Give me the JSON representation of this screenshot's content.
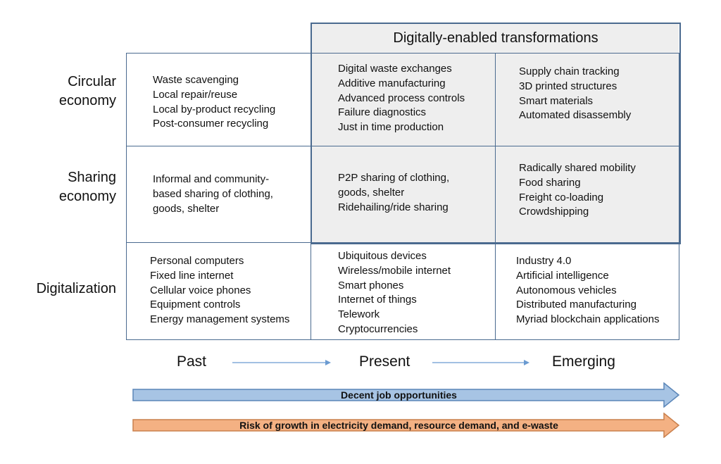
{
  "header": {
    "title": "Digitally-enabled transformations"
  },
  "rows": [
    {
      "label_lines": [
        "Circular",
        "economy"
      ],
      "past": [
        "Waste scavenging",
        "Local repair/reuse",
        "Local by-product recycling",
        "Post-consumer recycling"
      ],
      "present": [
        "Digital waste exchanges",
        "Additive manufacturing",
        "Advanced process controls",
        "Failure diagnostics",
        "Just in time production"
      ],
      "emerging": [
        "Supply chain tracking",
        "3D printed structures",
        "Smart materials",
        "Automated disassembly"
      ]
    },
    {
      "label_lines": [
        "Sharing",
        "economy"
      ],
      "past": [
        "Informal and community-",
        "based sharing of clothing,",
        "goods, shelter"
      ],
      "present": [
        "P2P sharing of clothing,",
        "goods, shelter",
        "Ridehailing/ride sharing"
      ],
      "emerging": [
        "Radically shared mobility",
        "Food sharing",
        "Freight co-loading",
        "Crowdshipping"
      ]
    },
    {
      "label_lines": [
        "Digitalization"
      ],
      "past": [
        "Personal computers",
        "Fixed line internet",
        "Cellular voice phones",
        "Equipment controls",
        "Energy management systems"
      ],
      "present": [
        "Ubiquitous devices",
        "Wireless/mobile internet",
        "Smart phones",
        "Internet of things",
        "Telework",
        "Cryptocurrencies"
      ],
      "emerging": [
        "Industry 4.0",
        "Artificial intelligence",
        "Autonomous vehicles",
        "Distributed manufacturing",
        "Myriad blockchain applications"
      ]
    }
  ],
  "timeline": {
    "past": "Past",
    "present": "Present",
    "emerging": "Emerging"
  },
  "bands": [
    {
      "label": "Decent job opportunities",
      "color": "#a7c4e4",
      "stroke": "#5b86b8"
    },
    {
      "label": "Risk of growth in electricity demand, resource demand, and e-waste",
      "color": "#f4b183",
      "stroke": "#c9804d"
    }
  ],
  "colors": {
    "grid": "#4a6a8f",
    "shade": "#eeeeee",
    "flow_arrow": "#6b9bd1"
  }
}
